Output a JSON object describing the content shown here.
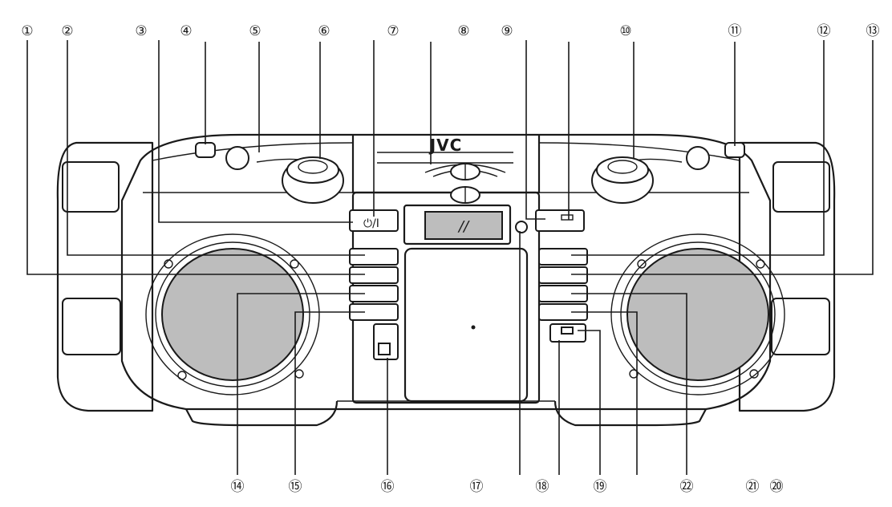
{
  "brand_logo": "JVC",
  "display_mark": "//",
  "power_icon": "power-standby-icon",
  "callouts_top": [
    {
      "id": "c1",
      "label": "①"
    },
    {
      "id": "c2",
      "label": "②"
    },
    {
      "id": "c3",
      "label": "③"
    },
    {
      "id": "c4",
      "label": "④"
    },
    {
      "id": "c5",
      "label": "⑤"
    },
    {
      "id": "c6",
      "label": "⑥"
    },
    {
      "id": "c7",
      "label": "⑦"
    },
    {
      "id": "c8",
      "label": "⑧"
    },
    {
      "id": "c9",
      "label": "⑨"
    },
    {
      "id": "c10",
      "label": "⑩"
    },
    {
      "id": "c11",
      "label": "⑪"
    },
    {
      "id": "c12",
      "label": "⑫"
    },
    {
      "id": "c13",
      "label": "⑬"
    }
  ],
  "callouts_bottom": [
    {
      "id": "c14",
      "label": "⑭"
    },
    {
      "id": "c15",
      "label": "⑮"
    },
    {
      "id": "c16",
      "label": "⑯"
    },
    {
      "id": "c17",
      "label": "⑰"
    },
    {
      "id": "c18",
      "label": "⑱"
    },
    {
      "id": "c19",
      "label": "⑲"
    },
    {
      "id": "c22",
      "label": "㉒"
    },
    {
      "id": "c21",
      "label": "㉑"
    },
    {
      "id": "c20",
      "label": "⑳"
    }
  ],
  "colors": {
    "line": "#1a1a1a",
    "speaker_grey": "#bdbdbd",
    "background": "#ffffff"
  }
}
